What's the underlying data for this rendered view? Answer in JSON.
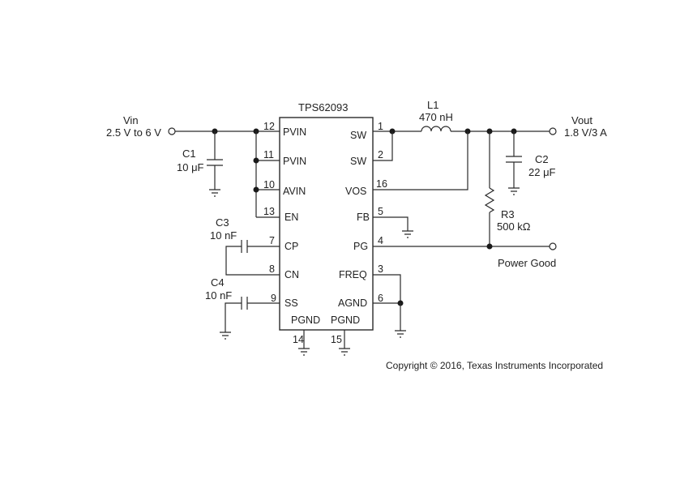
{
  "chip": {
    "part_number": "TPS62093",
    "left_pins": [
      {
        "num": "12",
        "name": "PVIN"
      },
      {
        "num": "11",
        "name": "PVIN"
      },
      {
        "num": "10",
        "name": "AVIN"
      },
      {
        "num": "13",
        "name": "EN"
      },
      {
        "num": "7",
        "name": "CP"
      },
      {
        "num": "8",
        "name": "CN"
      },
      {
        "num": "9",
        "name": "SS"
      }
    ],
    "right_pins": [
      {
        "num": "1",
        "name": "SW"
      },
      {
        "num": "2",
        "name": "SW"
      },
      {
        "num": "16",
        "name": "VOS"
      },
      {
        "num": "5",
        "name": "FB"
      },
      {
        "num": "4",
        "name": "PG"
      },
      {
        "num": "3",
        "name": "FREQ"
      },
      {
        "num": "6",
        "name": "AGND"
      }
    ],
    "bottom_pins": [
      {
        "num": "14",
        "name": "PGND"
      },
      {
        "num": "15",
        "name": "PGND"
      }
    ]
  },
  "input": {
    "name": "Vin",
    "range": "2.5 V to 6 V"
  },
  "output": {
    "name": "Vout",
    "value": "1.8 V/3 A"
  },
  "power_good": {
    "label": "Power Good"
  },
  "components": {
    "c1": {
      "ref": "C1",
      "value": "10 μF"
    },
    "c2": {
      "ref": "C2",
      "value": "22 μF"
    },
    "c3": {
      "ref": "C3",
      "value": "10 nF"
    },
    "c4": {
      "ref": "C4",
      "value": "10 nF"
    },
    "l1": {
      "ref": "L1",
      "value": "470 nH"
    },
    "r3": {
      "ref": "R3",
      "value": "500 kΩ"
    }
  },
  "copyright": "Copyright © 2016, Texas Instruments Incorporated"
}
